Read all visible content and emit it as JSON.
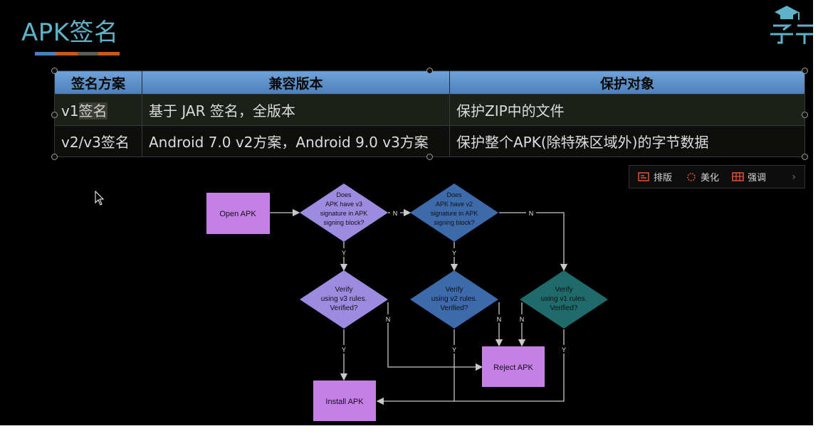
{
  "slide": {
    "title": "APK签名",
    "title_bar_colors": [
      "#4a82b8",
      "#c9581d",
      "#5b5f55",
      "#c9581d"
    ],
    "logo": "graduation-cap-logo"
  },
  "table": {
    "headers": [
      "签名方案",
      "兼容版本",
      "保护对象"
    ],
    "rows": [
      [
        "v1签名",
        "基于 JAR 签名，全版本",
        "保护ZIP中的文件"
      ],
      [
        "v2/v3签名",
        "Android 7.0 v2方案，Android 9.0 v3方案",
        "保护整个APK(除特殊区域外)的字节数据"
      ]
    ],
    "row1_prefix": "v1",
    "row1_selected": "签名"
  },
  "toolbar": {
    "items": [
      {
        "label": "排版",
        "icon": "layout-icon"
      },
      {
        "label": "美化",
        "icon": "beautify-icon"
      },
      {
        "label": "强调",
        "icon": "emphasis-icon"
      }
    ],
    "more": "›"
  },
  "flowchart": {
    "open_apk": "Open APK",
    "q_v3": [
      "Does",
      "APK have v3",
      "signature in APK",
      "signing block?"
    ],
    "q_v2": [
      "Does",
      "APK have v2",
      "signature in APK",
      "signing block?"
    ],
    "verify_v3": [
      "Verify",
      "using v3 rules.",
      "Verified?"
    ],
    "verify_v2": [
      "Verify",
      "using v2 rules.",
      "Verified?"
    ],
    "verify_v1": [
      "Verify",
      "using v1 rules.",
      "Verified?"
    ],
    "reject": "Reject APK",
    "install": "Install APK",
    "yes": "Y",
    "no": "N",
    "colors": {
      "lilac": "#c77fe8",
      "light_purple": "#9c8be0",
      "blue": "#3d6aab",
      "teal": "#1f6a6a",
      "line": "#c8c8c8"
    }
  }
}
